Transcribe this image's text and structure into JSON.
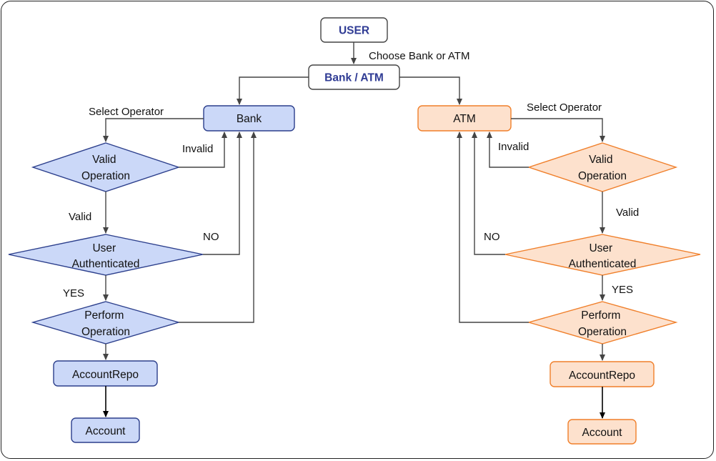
{
  "colors": {
    "blue_fill": "#cbd8f8",
    "blue_stroke": "#2c3f8c",
    "orange_fill": "#fde1cd",
    "orange_stroke": "#f07f2a",
    "neutral_stroke": "#444444",
    "title_text": "#2f3b94"
  },
  "top": {
    "user": "USER",
    "choose": "Choose Bank or ATM",
    "bank_atm": "Bank / ATM"
  },
  "bank": {
    "title": "Bank",
    "select_operator": "Select Operator",
    "valid_operation": [
      "Valid",
      "Operation"
    ],
    "invalid": "Invalid",
    "valid": "Valid",
    "user_authenticated": [
      "User",
      "Authenticated"
    ],
    "no": "NO",
    "yes": "YES",
    "perform_operation": [
      "Perform",
      "Operation"
    ],
    "account_repo": "AccountRepo",
    "account": "Account"
  },
  "atm": {
    "title": "ATM",
    "select_operator": "Select Operator",
    "valid_operation": [
      "Valid",
      "Operation"
    ],
    "invalid": "Invalid",
    "valid": "Valid",
    "user_authenticated": [
      "User",
      "Authenticated"
    ],
    "no": "NO",
    "yes": "YES",
    "perform_operation": [
      "Perform",
      "Operation"
    ],
    "account_repo": "AccountRepo",
    "account": "Account"
  }
}
